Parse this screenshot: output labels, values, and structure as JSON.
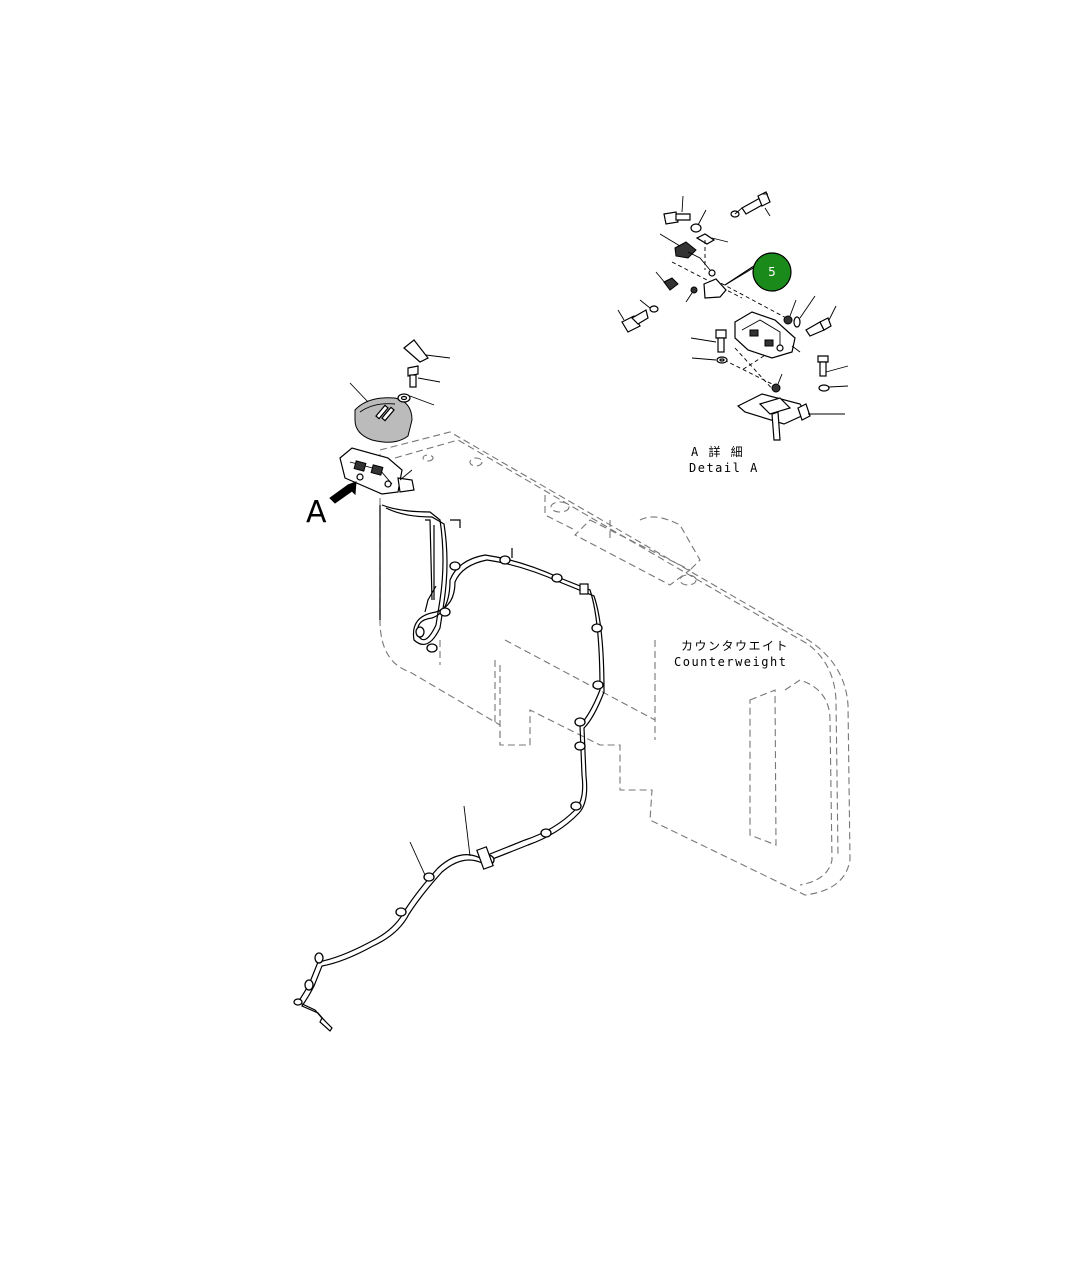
{
  "view_label": "A",
  "detail_title_jp": "A 詳 細",
  "detail_title_en": "Detail A",
  "counterweight_label_jp": "カウンタウエイト",
  "counterweight_label_en": "Counterweight",
  "callout": {
    "number": "5",
    "fill": "#1a8a1a",
    "text_color": "#ffffff"
  },
  "line_color": "#000000",
  "hidden_line_color": "#777777"
}
